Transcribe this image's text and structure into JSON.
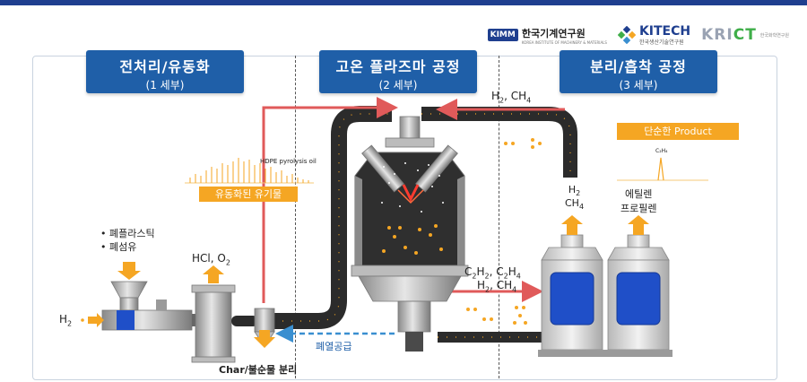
{
  "logos": {
    "kimm": {
      "mark": "KIMM",
      "name": "한국기계연구원",
      "sub": "KOREA INSTITUTE OF MACHINERY & MATERIALS"
    },
    "kitech": {
      "name": "KITECH",
      "sub": "한국생산기술연구원"
    },
    "krict": {
      "name_a": "KRI",
      "name_b": "CT",
      "sub": "한국화학연구원"
    }
  },
  "stages": [
    {
      "title": "전처리/유동화",
      "subtitle": "(1 세부)"
    },
    {
      "title": "고온 플라즈마 공정",
      "subtitle": "(2 세부)"
    },
    {
      "title": "분리/흡착 공정",
      "subtitle": "(3 세부)"
    }
  ],
  "labels": {
    "feed_1": "• 폐플라스틱",
    "feed_2": "• 폐섬유",
    "h2_in": "H",
    "h2_in_sub": "2",
    "hcl_o2_a": "HCl, O",
    "hcl_o2_sub": "2",
    "char": "Char/불순물 분리",
    "heat": "폐열공급",
    "hdpe": "HDPE pyrolysis oil",
    "fluidized": "유동화된 유기물",
    "top_a": "H",
    "top_a_sub": "2",
    "top_b": ", CH",
    "top_b_sub": "4",
    "mid1_a": "C",
    "mid1_a_sub": "2",
    "mid1_b": "H",
    "mid1_b_sub": "2",
    "mid1_c": ", C",
    "mid1_c_sub": "2",
    "mid1_d": "H",
    "mid1_d_sub": "4",
    "mid2_a": "H",
    "mid2_a_sub": "2",
    "mid2_b": ", CH",
    "mid2_b_sub": "4",
    "tank1_a": "H",
    "tank1_a_sub": "2",
    "tank1_b": "CH",
    "tank1_b_sub": "4",
    "tank2_a": "에틸렌",
    "tank2_b": "프로필렌",
    "product": "단순한 Product",
    "product_peak": "C₂H₄"
  },
  "colors": {
    "stage_bg": "#1f5fa8",
    "orange": "#f5a623",
    "red_arrow": "#e05a5a",
    "pipe": "#2b2b2b",
    "tank_window": "#1f4fc8",
    "heat_arrow": "#3a8fd0"
  }
}
